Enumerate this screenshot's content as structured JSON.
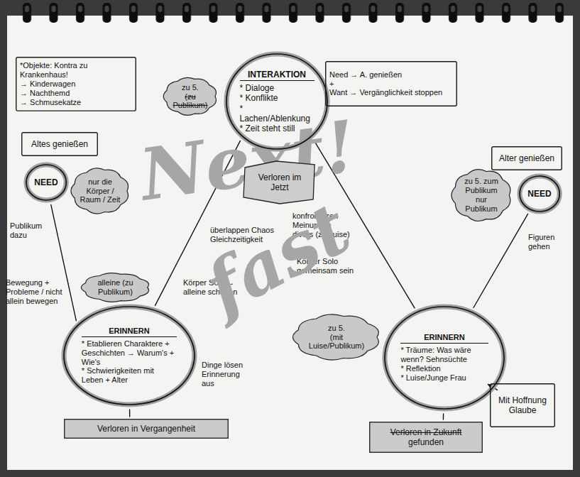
{
  "diagram": {
    "nodes": [
      {
        "text": [
          "*Objekte: Kontra zu Krankenhaus!",
          "→ Kinderwagen",
          "→ Nachthemd",
          "→ Schmusekatze"
        ]
      },
      {
        "text": [
          "zu 5.",
          "(zu Publikum)"
        ]
      },
      {
        "text": [
          "INTERAKTION",
          "* Dialoge",
          "* Konflikte",
          "* Lachen/Ablenkung",
          "* Zeit steht still"
        ]
      },
      {
        "text": [
          "Need → A. genießen",
          "+",
          "Want → Vergänglichkeit stoppen"
        ]
      },
      {
        "text": [
          "Altes genießen"
        ]
      },
      {
        "text": [
          "NEED"
        ]
      },
      {
        "text": [
          "nur die Körper / Raum / Zeit"
        ]
      },
      {
        "text": [
          "Verloren im Jetzt"
        ]
      },
      {
        "text": [
          "Alter genießen"
        ]
      },
      {
        "text": [
          "NEED"
        ]
      },
      {
        "text": [
          "zu 5. zum Publikum nur Publikum"
        ]
      },
      {
        "text": [
          "alleine (zu Publikum)"
        ]
      },
      {
        "text": [
          "ERINNERN",
          "* Etablieren Charaktere + Geschichten → Warum's + Wie's",
          "* Schwierigkeiten mit Leben + Alter"
        ]
      },
      {
        "text": [
          "zu 5.",
          "(mit Luise/Publikum)"
        ]
      },
      {
        "text": [
          "ERINNERN",
          "* Träume: Was wäre wenn? Sehnsüchte",
          "* Reflektion",
          "* Luise/Junge Frau"
        ]
      },
      {
        "text": [
          "Verloren in Vergangenheit"
        ]
      },
      {
        "text": [
          "Verloren in Zukunft",
          "gefunden"
        ]
      },
      {
        "text": [
          "Mit Hoffnung Glaube"
        ]
      }
    ],
    "edges": [
      {
        "from": 5,
        "to": 12,
        "arrow": "none"
      },
      {
        "from": 2,
        "to": 12,
        "arrow": "none"
      },
      {
        "from": 2,
        "to": 14,
        "arrow": "none"
      },
      {
        "from": 9,
        "to": 14,
        "arrow": "none"
      },
      {
        "from": 2,
        "to": 7,
        "arrow": "none"
      },
      {
        "from": 12,
        "to": 15,
        "arrow": "none"
      },
      {
        "from": 14,
        "to": 16,
        "arrow": "none"
      },
      {
        "from": 14,
        "to": 17,
        "arrow": "to"
      }
    ],
    "labels": [
      "Publikum dazu",
      "Bewegung + Probleme / nicht allein bewegen",
      "überlappen Chaos Gleichzeitigkeit",
      "Körper Solo → alleine schaffen",
      "konfrontieren Meinungen divers (zu Luise)",
      "Körper Solo gemeinsam sein",
      "Figuren gehen",
      "Dinge lösen Erinnerung aus",
      "Next!",
      "fast"
    ]
  }
}
